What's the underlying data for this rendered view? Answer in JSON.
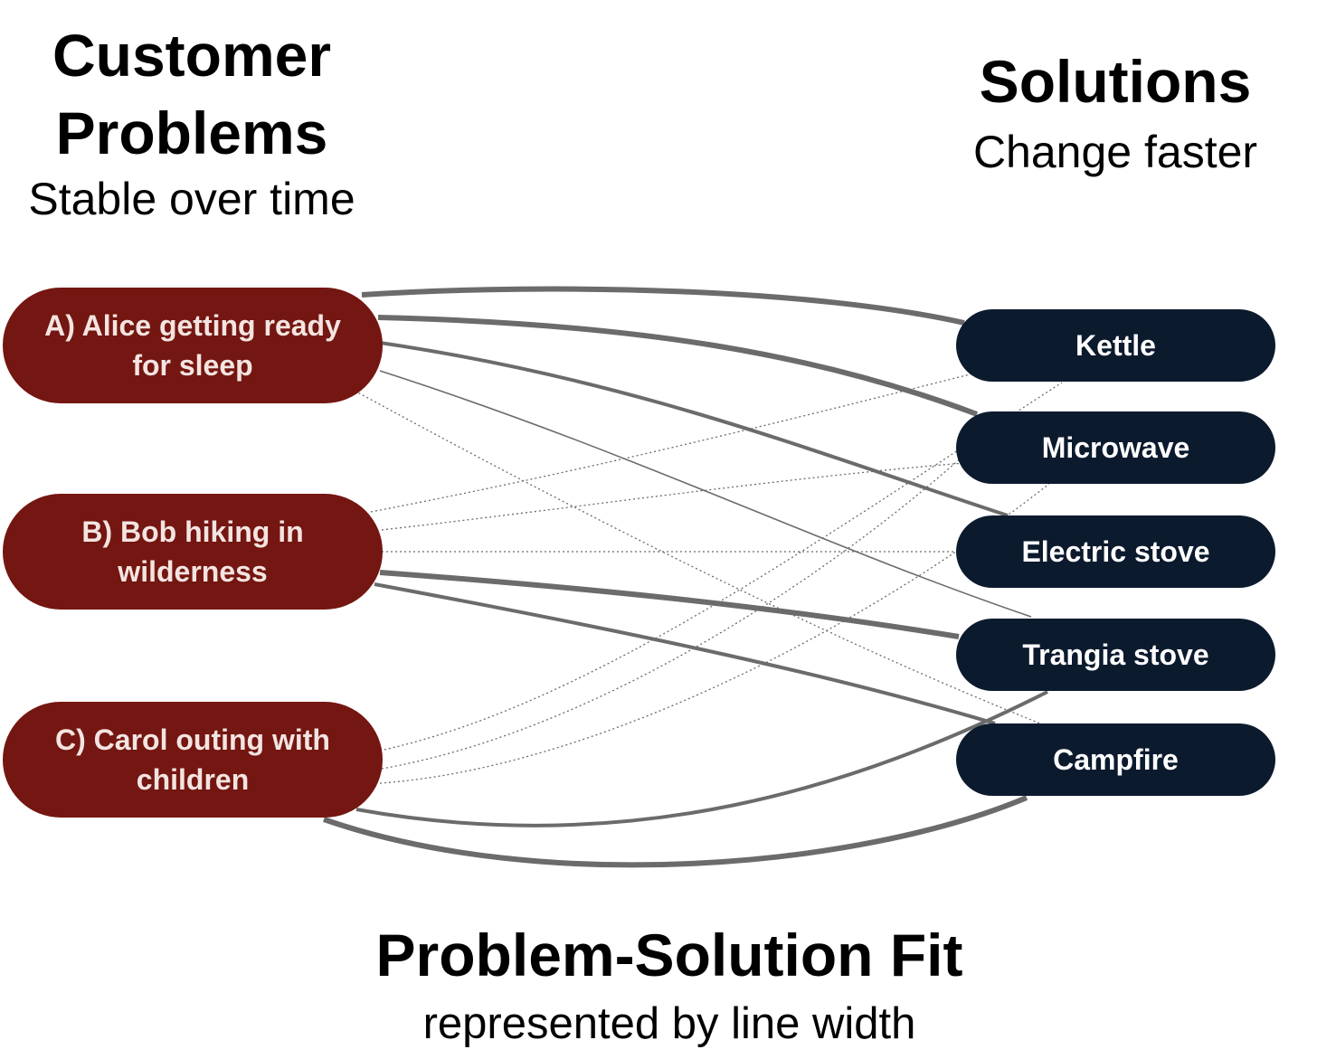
{
  "header": {
    "problems_title": "Customer Problems",
    "problems_subtitle": "Stable over time",
    "solutions_title": "Solutions",
    "solutions_subtitle": "Change faster"
  },
  "problems": [
    {
      "id": "A",
      "label": "A) Alice getting ready for sleep"
    },
    {
      "id": "B",
      "label": "B) Bob hiking in wilderness"
    },
    {
      "id": "C",
      "label": "C) Carol outing with children"
    }
  ],
  "solutions": [
    {
      "id": "kettle",
      "label": "Kettle"
    },
    {
      "id": "microwave",
      "label": "Microwave"
    },
    {
      "id": "electric-stove",
      "label": "Electric stove"
    },
    {
      "id": "trangia-stove",
      "label": "Trangia stove"
    },
    {
      "id": "campfire",
      "label": "Campfire"
    }
  ],
  "fit_links": [
    {
      "problem": "A",
      "solution": "kettle",
      "fit": "strong"
    },
    {
      "problem": "A",
      "solution": "microwave",
      "fit": "strong"
    },
    {
      "problem": "A",
      "solution": "electric-stove",
      "fit": "medium"
    },
    {
      "problem": "A",
      "solution": "trangia-stove",
      "fit": "weak"
    },
    {
      "problem": "A",
      "solution": "campfire",
      "fit": "none"
    },
    {
      "problem": "B",
      "solution": "kettle",
      "fit": "none"
    },
    {
      "problem": "B",
      "solution": "microwave",
      "fit": "none"
    },
    {
      "problem": "B",
      "solution": "electric-stove",
      "fit": "none"
    },
    {
      "problem": "B",
      "solution": "trangia-stove",
      "fit": "strong"
    },
    {
      "problem": "B",
      "solution": "campfire",
      "fit": "medium"
    },
    {
      "problem": "C",
      "solution": "kettle",
      "fit": "none"
    },
    {
      "problem": "C",
      "solution": "microwave",
      "fit": "none"
    },
    {
      "problem": "C",
      "solution": "electric-stove",
      "fit": "none"
    },
    {
      "problem": "C",
      "solution": "trangia-stove",
      "fit": "medium"
    },
    {
      "problem": "C",
      "solution": "campfire",
      "fit": "strong"
    }
  ],
  "line_color": "#6b6b6b",
  "problem_color": "#741611",
  "solution_color": "#0c1a2e",
  "footer": {
    "title": "Problem-Solution Fit",
    "subtitle": "represented by line width"
  }
}
